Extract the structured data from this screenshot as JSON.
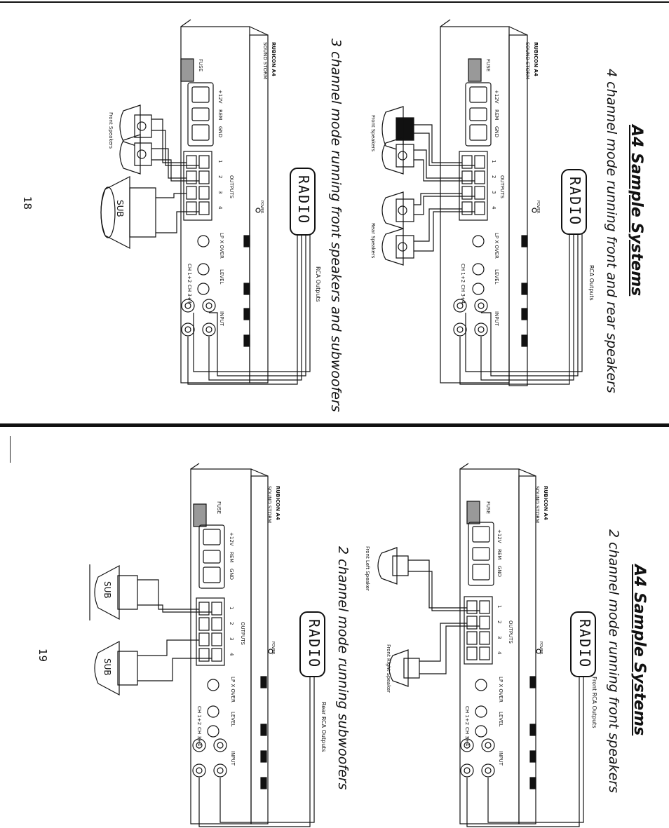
{
  "page_top": {
    "page_number": "18",
    "left_diagram": {
      "title": "A4 Sample Systems",
      "subtitle": "4 channel mode running front and rear speakers",
      "radio_label": "RADIO",
      "rca_label": "RCA Outputs",
      "speaker_labels": [
        "Front Speakers",
        "Rear Speakers"
      ],
      "amp": {
        "model": "RUBICON A4",
        "brand": "SOUND STORM",
        "fuse": "FUSE",
        "terminals": [
          "+12V",
          "REM",
          "GND"
        ],
        "outputs_label": "OUTPUTS",
        "output_numbers": [
          "1",
          "2",
          "3",
          "4"
        ],
        "xover": "LP X OVER",
        "level": "LEVEL",
        "ch12": "CH 1+2",
        "ch34": "CH 3+4",
        "input": "INPUT",
        "power": "POWER"
      }
    },
    "right_diagram": {
      "subtitle": "3 channel mode running front speakers and subwoofers",
      "radio_label": "RADIO",
      "rca_label": "RCA Outputs",
      "speaker_labels": [
        "Front Speakers"
      ],
      "sub_label": "SUB",
      "amp": {
        "model": "RUBICON A4",
        "brand": "SOUND STORM",
        "fuse": "FUSE",
        "terminals": [
          "+12V",
          "REM",
          "GND"
        ],
        "outputs_label": "OUTPUTS",
        "output_numbers": [
          "1",
          "2",
          "3",
          "4"
        ],
        "xover": "LP X OVER",
        "level": "LEVEL",
        "ch12": "CH 1+2",
        "ch34": "CH 3+4",
        "input": "INPUT",
        "power": "POWER"
      }
    }
  },
  "page_bottom": {
    "page_number": "19",
    "left_diagram": {
      "title": "A4 Sample Systems",
      "subtitle": "2 channel mode running front speakers",
      "radio_label": "RADIO",
      "rca_label": "Front RCA Outputs",
      "speaker_labels": [
        "Front Left Speaker",
        "Front Right Speaker"
      ],
      "amp": {
        "model": "RUBICON A4",
        "brand": "SOUND STORM",
        "fuse": "FUSE",
        "terminals": [
          "+12V",
          "REM",
          "GND"
        ],
        "outputs_label": "OUTPUTS",
        "output_numbers": [
          "1",
          "2",
          "3",
          "4"
        ],
        "xover": "LP X OVER",
        "level": "LEVEL",
        "ch12": "CH 1+2",
        "ch34": "CH 3+4",
        "input": "INPUT",
        "power": "POWER"
      }
    },
    "right_diagram": {
      "subtitle": "2 channel mode running subwoofers",
      "radio_label": "RADIO",
      "rca_label": "Rear RCA Outputs",
      "sub_labels": [
        "SUB",
        "SUB"
      ],
      "amp": {
        "model": "RUBICON A4",
        "brand": "SOUND STORM",
        "fuse": "FUSE",
        "terminals": [
          "+12V",
          "REM",
          "GND"
        ],
        "outputs_label": "OUTPUTS",
        "output_numbers": [
          "1",
          "2",
          "3",
          "4"
        ],
        "xover": "LP X OVER",
        "level": "LEVEL",
        "ch12": "CH 1+2",
        "ch34": "CH 3+4",
        "input": "INPUT",
        "power": "POWER"
      }
    }
  }
}
